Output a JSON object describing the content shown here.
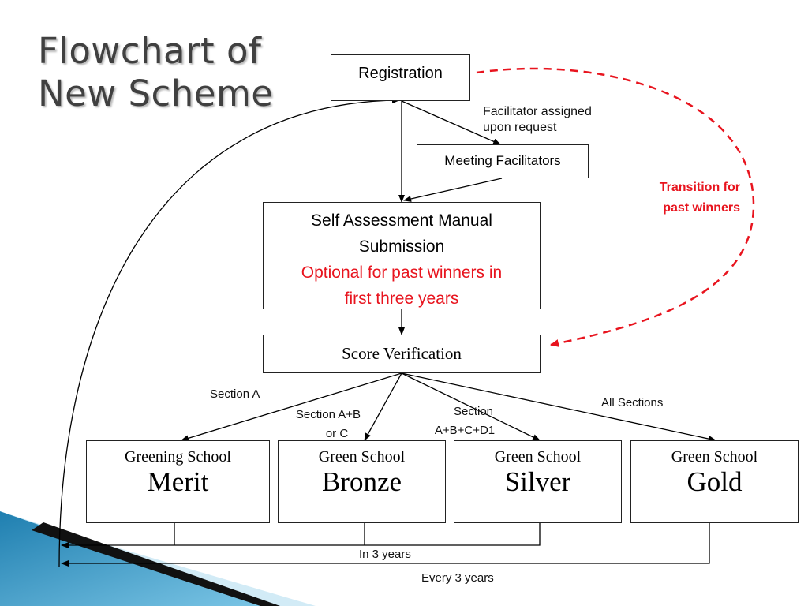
{
  "title": {
    "line1": "Flowchart of",
    "line2": "New Scheme"
  },
  "nodes": {
    "registration": "Registration",
    "meeting_facilitators": "Meeting Facilitators",
    "self_assessment": {
      "line1": "Self Assessment Manual",
      "line2": "Submission",
      "note1": "Optional for past winners in",
      "note2": "first three years"
    },
    "score_verification": "Score Verification",
    "awards": [
      {
        "category": "Greening School",
        "level": "Merit"
      },
      {
        "category": "Green School",
        "level": "Bronze"
      },
      {
        "category": "Green School",
        "level": "Silver"
      },
      {
        "category": "Green School",
        "level": "Gold"
      }
    ]
  },
  "labels": {
    "facilitator_line1": "Facilitator assigned",
    "facilitator_line2": "upon request",
    "transition_line1": "Transition for",
    "transition_line2": "past winners",
    "section_a": "Section A",
    "section_ab_line1": "Section A+B",
    "section_ab_line2": "or C",
    "section_abcd_line1": "Section",
    "section_abcd_line2": "A+B+C+D1",
    "all_sections": "All Sections",
    "in_3_years": "In 3 years",
    "every_3_years": "Every 3 years"
  },
  "colors": {
    "accent_red": "#e8141e",
    "text": "#111111",
    "title": "#404040",
    "slide_ribbon": "#2a8fbd"
  }
}
